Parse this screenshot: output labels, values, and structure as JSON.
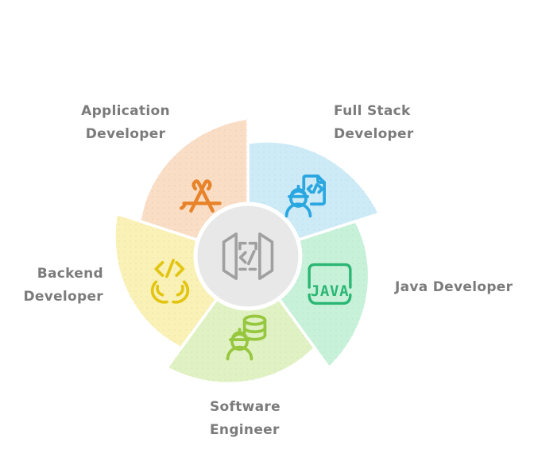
{
  "diagram": {
    "background": "#ffffff",
    "label_color": "#7b7b7b",
    "center": {
      "icon": "code-panels-icon",
      "fill": "#e9e8e8",
      "ring": "#ffffff",
      "icon_color": "#a0a0a0"
    },
    "segments": [
      {
        "label": "Full Stack\nDeveloper",
        "color": "#cdeaf7",
        "icon": "engineer-code-file-icon",
        "icon_color": "#2aa7e0"
      },
      {
        "label": "Java Developer",
        "color": "#c8f1da",
        "icon": "java-badge-icon",
        "icon_color": "#2bb673",
        "icon_text": "JAVA"
      },
      {
        "label": "Software\nEngineer",
        "color": "#e0f2c3",
        "icon": "engineer-database-icon",
        "icon_color": "#97c73f"
      },
      {
        "label": "Backend\nDeveloper",
        "color": "#faf1b7",
        "icon": "hands-code-icon",
        "icon_color": "#e2c513"
      },
      {
        "label": "Application\nDeveloper",
        "color": "#f9ddc5",
        "icon": "app-store-icon",
        "icon_color": "#e8832a"
      }
    ]
  }
}
